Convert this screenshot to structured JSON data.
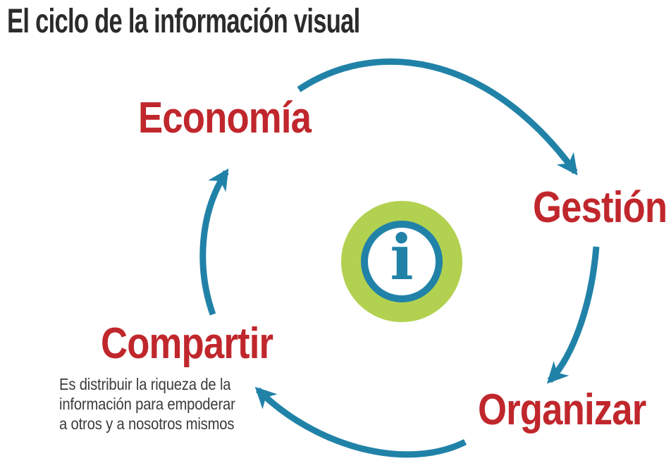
{
  "title": "El ciclo de la información visual",
  "colors": {
    "red": "#C0272C",
    "teal": "#2182A8",
    "green": "#B2D150",
    "dark": "#2B2B2B",
    "gray": "#3C3C3C"
  },
  "cycle": {
    "center_icon": {
      "letter": "i"
    },
    "stages": [
      {
        "label": "Economía"
      },
      {
        "label": "Gestión"
      },
      {
        "label": "Organizar"
      },
      {
        "label": "Compartir",
        "description": "Es distribuir la riqueza de la información para empoderar a otros y a nosotros mismos"
      }
    ],
    "flow": "Economía → Gestión → Organizar → Compartir → Economía"
  }
}
